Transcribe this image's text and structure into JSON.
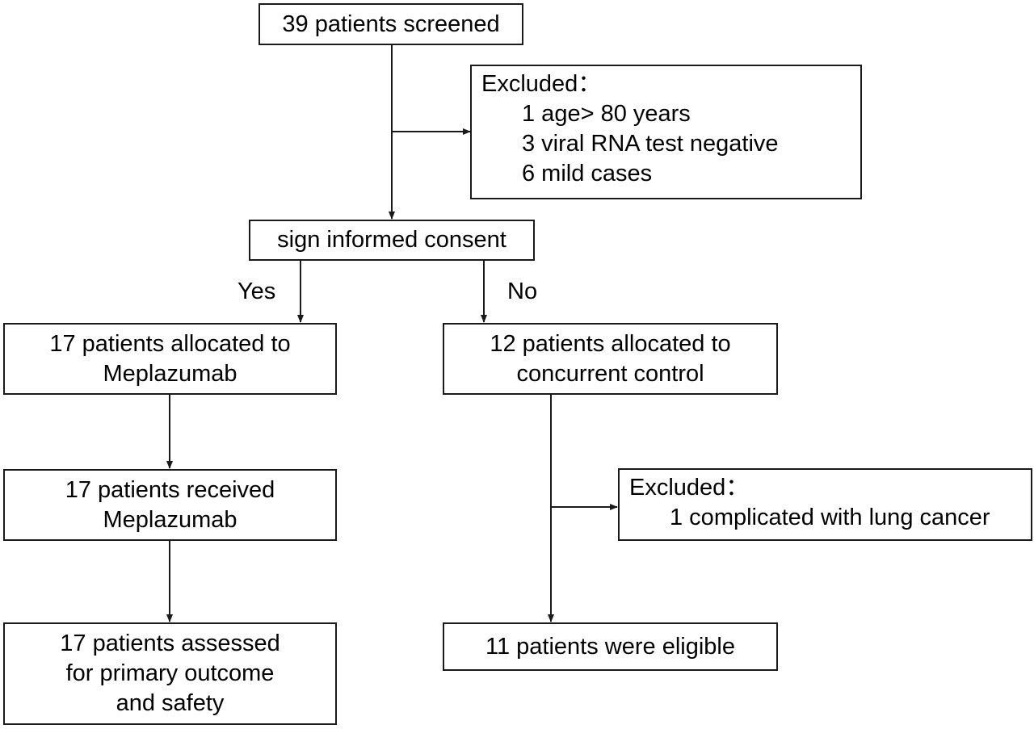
{
  "flow": {
    "screened": "39 patients screened",
    "excluded1": {
      "title": "Excluded：",
      "items": [
        "1 age> 80 years",
        "3 viral RNA test negative",
        "6 mild cases"
      ]
    },
    "consent": "sign informed consent",
    "branch_yes": "Yes",
    "branch_no": "No",
    "treat": {
      "allocated": [
        "17 patients allocated to",
        "Meplazumab"
      ],
      "received": [
        "17 patients received",
        "Meplazumab"
      ],
      "assessed": [
        "17 patients assessed",
        "for primary outcome",
        "and safety"
      ]
    },
    "control": {
      "allocated": [
        "12 patients allocated to",
        "concurrent control"
      ],
      "excluded": {
        "title": "Excluded：",
        "items": [
          "1 complicated with lung cancer"
        ]
      },
      "eligible": "11 patients were eligible"
    }
  }
}
